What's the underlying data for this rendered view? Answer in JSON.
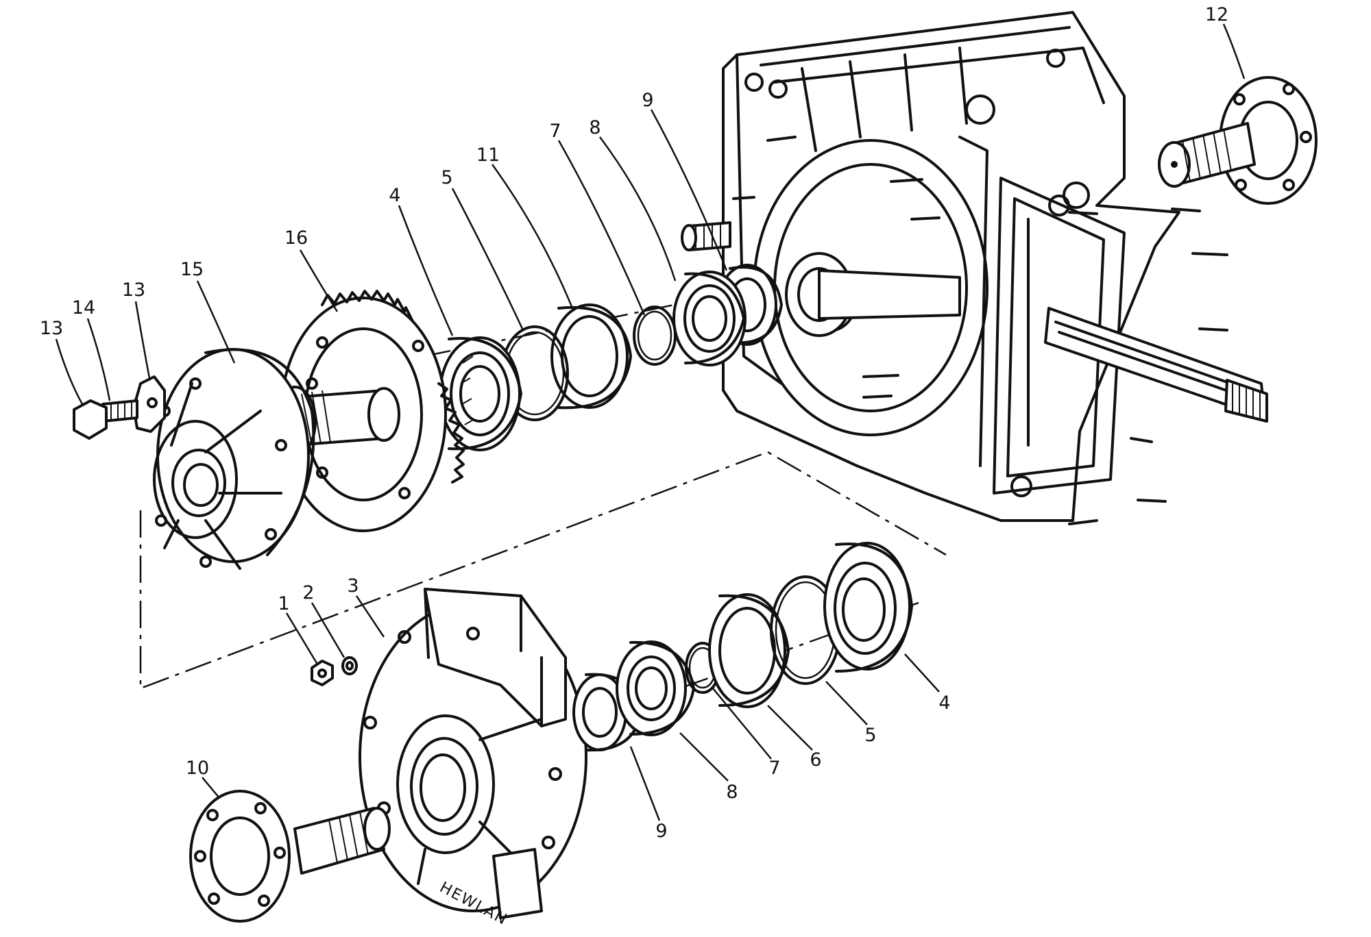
{
  "callouts": {
    "c1": "1",
    "c2": "2",
    "c3": "3",
    "c4_upper": "4",
    "c4_lower": "4",
    "c5_upper": "5",
    "c5_lower": "5",
    "c6": "6",
    "c7_upper": "7",
    "c7_lower": "7",
    "c8_upper": "8",
    "c8_lower": "8",
    "c9_upper": "9",
    "c9_lower": "9",
    "c10": "10",
    "c11": "11",
    "c12": "12",
    "c13_left": "13",
    "c13_right": "13",
    "c14": "14",
    "c15": "15",
    "c16": "16"
  },
  "cover_brand": "HEWLAN"
}
